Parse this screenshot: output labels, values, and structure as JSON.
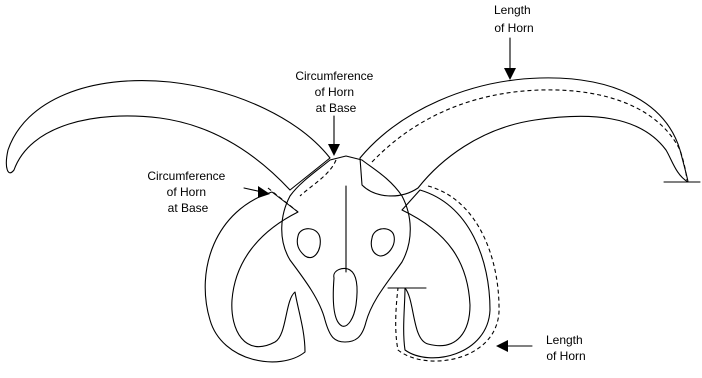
{
  "labels": {
    "length_top": [
      "Length",
      "of Horn"
    ],
    "circ_center": [
      "Circumference",
      "of Horn",
      "at Base"
    ],
    "circ_left": [
      "Circumference",
      "of Horn",
      "at Base"
    ],
    "length_bottom": [
      "Length",
      "of Horn"
    ]
  }
}
